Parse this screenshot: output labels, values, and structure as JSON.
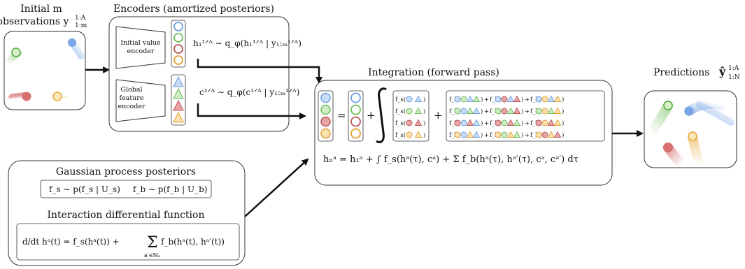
{
  "colors": {
    "blue": "#6f9fe0",
    "green": "#6fbf5a",
    "red": "#cc5555",
    "yellow": "#e8a93c"
  },
  "labels": {
    "initial_obs_line1": "Initial m",
    "initial_obs_line2": "observations y",
    "initial_obs_sub": "1:m",
    "initial_obs_sup": "1:A",
    "encoders_title": "Encoders (amortized posteriors)",
    "initial_value_encoder_1": "Initial value",
    "initial_value_encoder_2": "encoder",
    "global_feature_encoder_1": "Global",
    "global_feature_encoder_2": "feature",
    "global_feature_encoder_3": "encoder",
    "h_posterior": "h₁¹ᐟᴬ ∼ q_φ(h₁¹ᐟᴬ | y₁:ₘ¹ᐟᴬ)",
    "c_posterior": "c¹ᐟᴬ ∼ q_φ(c¹ᐟᴬ | y₁:ₘ¹ᐟᴬ)",
    "integration_title": "Integration (forward pass)",
    "predictions_title": "Predictions",
    "predictions_sym": "ŷ",
    "predictions_sub": "1:N",
    "predictions_sup": "1:A",
    "gp_title": "Gaussian process posteriors",
    "gp_fs": "f_s ∼ p(f_s | U_s)",
    "gp_fb": "f_b ∼ p(f_b | U_b)",
    "interaction_title": "Interaction differential function",
    "interaction_eq_lhs": "d/dt hᵃ(t) = f_s(hᵃ(t)) +",
    "interaction_eq_rhs": "f_b(hᵃ(t), hᵃ′(t))",
    "interaction_eq_sum_sub": "a′∈ℕₐ",
    "integration_eq": "hₙᵃ = h₁ᵃ + ∫ f_s(hᵃ(τ), cᵃ) + Σ f_b(hᵃ(τ), hᵃ′(τ), cᵃ, cᵃ′) dτ",
    "eq_equals": "=",
    "eq_plus": "+",
    "fs_term": "f_s(",
    "fb_term": "f_b(",
    "fb_plus": "+"
  }
}
